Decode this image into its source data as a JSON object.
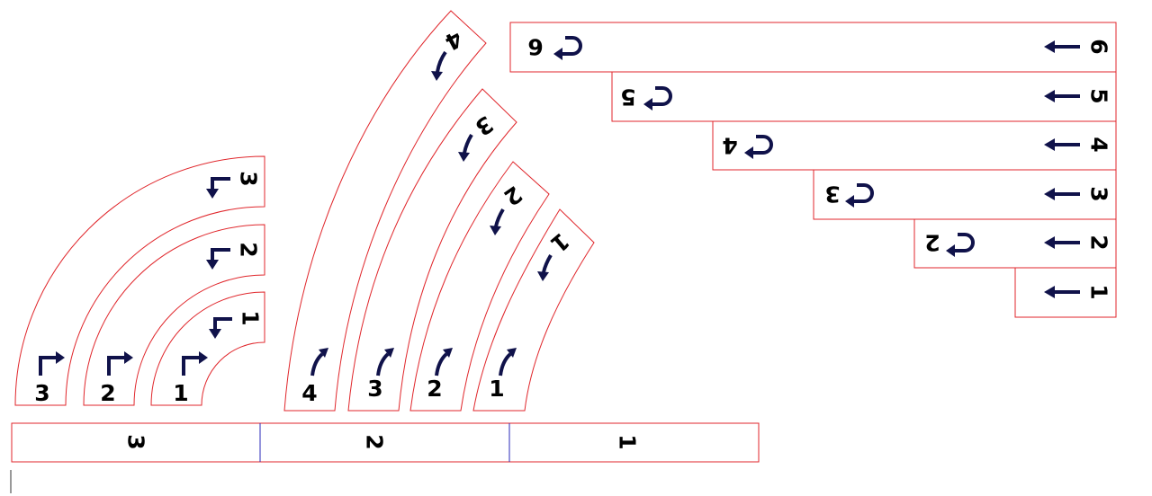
{
  "colors": {
    "outline": "#e0262b",
    "divider": "#2a2ab8",
    "arrow": "#10124a",
    "text": "#000000"
  },
  "quarter_pieces": {
    "labels": [
      "1",
      "2",
      "3"
    ],
    "entry_icon": "arrow-bend-right-icon",
    "exit_icon": "arrow-bend-down-icon"
  },
  "long_curve_pieces": {
    "labels": [
      "1",
      "2",
      "3",
      "4"
    ],
    "entry_icon": "arrow-curve-up-right-icon",
    "exit_icon": "arrow-curve-down-icon"
  },
  "straight_pieces": {
    "labels": [
      "1",
      "2",
      "3",
      "4",
      "5",
      "6"
    ],
    "entry_icon": "arrow-left-icon",
    "end_icon": "u-turn-arrow-icon"
  },
  "bottom_strip": {
    "labels": [
      "1",
      "2",
      "3"
    ]
  }
}
